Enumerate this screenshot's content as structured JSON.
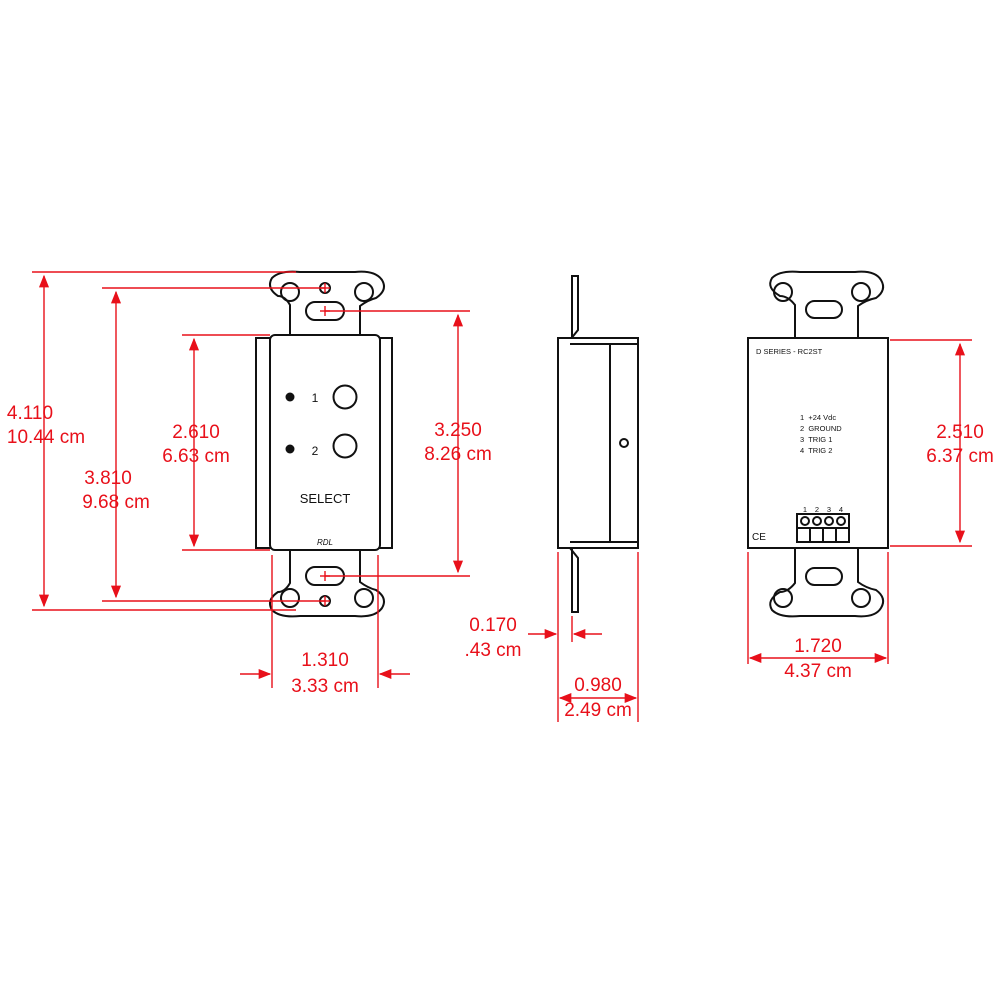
{
  "colors": {
    "dimension": "#e8101a",
    "outline": "#111111",
    "background": "#ffffff"
  },
  "front": {
    "button_1": "1",
    "button_2": "2",
    "label": "SELECT",
    "logo": "RDL"
  },
  "back": {
    "model": "D SERIES - RC2ST",
    "pins": [
      "1  +24 Vdc",
      "2  GROUND",
      "3  TRIG 1",
      "4  TRIG 2"
    ],
    "terminal_numbers": [
      "1",
      "2",
      "3",
      "4"
    ],
    "ce_mark": "CE"
  },
  "dimensions": {
    "overall_height": {
      "in": "4.110",
      "cm": "10.44 cm"
    },
    "mount_spacing": {
      "in": "3.810",
      "cm": "9.68 cm"
    },
    "plate_height": {
      "in": "2.610",
      "cm": "6.63 cm"
    },
    "chassis_height": {
      "in": "3.250",
      "cm": "8.26 cm"
    },
    "front_width": {
      "in": "1.310",
      "cm": "3.33 cm"
    },
    "plate_thickness": {
      "in": "0.170",
      "cm": ".43 cm"
    },
    "depth": {
      "in": "0.980",
      "cm": "2.49 cm"
    },
    "back_height": {
      "in": "2.510",
      "cm": "6.37 cm"
    },
    "back_width": {
      "in": "1.720",
      "cm": "4.37 cm"
    }
  }
}
